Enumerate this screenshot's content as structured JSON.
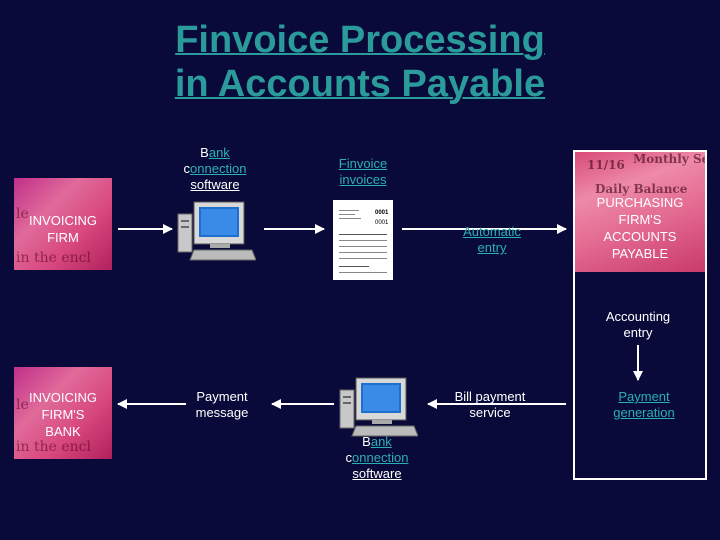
{
  "title": {
    "line1": "Finvoice Processing",
    "line2": "in Accounts Payable"
  },
  "nodes": {
    "invoicing_firm": "INVOICING FIRM",
    "invoicing_firms_bank": {
      "l1": "INVOICING",
      "l2": "FIRM'S",
      "l3": "BANK"
    },
    "purchasing_firm": {
      "l1": "PURCHASING",
      "l2": "FIRM'S",
      "l3": "ACCOUNTS",
      "l4": "PAYABLE"
    }
  },
  "labels": {
    "bank_connection_top": {
      "a": "B",
      "b": "ank",
      "c": "c",
      "d": "onnection",
      "e": "software"
    },
    "bank_connection_bottom": {
      "a": "B",
      "b": "ank",
      "c": "c",
      "d": "onnection",
      "e": "software"
    },
    "finvoice_invoices": {
      "l1": "Finvoice",
      "l2": "invoices"
    },
    "automatic_entry": {
      "l1": "Automatic",
      "l2": "entry"
    },
    "accounting_entry": {
      "l1": "Accounting",
      "l2": "entry"
    },
    "payment_message": {
      "l1": "Payment",
      "l2": "message"
    },
    "bill_payment_service": {
      "l1": "Bill payment",
      "l2": "service"
    },
    "payment_generation": {
      "l1": "Payment",
      "l2": "generation"
    }
  },
  "photo_text": {
    "firm_ghost1": "le",
    "firm_ghost2": "in the encl",
    "header_date": "11/16",
    "header_word": "Monthly Se",
    "balance_word": "Daily Balance"
  },
  "invoice_doc": {
    "num1": "0001",
    "num2": "0001"
  },
  "colors": {
    "background": "#0a0a3a",
    "title": "#2a9a9a",
    "link": "#2ab0b0",
    "firm_box": "#d8487e"
  }
}
